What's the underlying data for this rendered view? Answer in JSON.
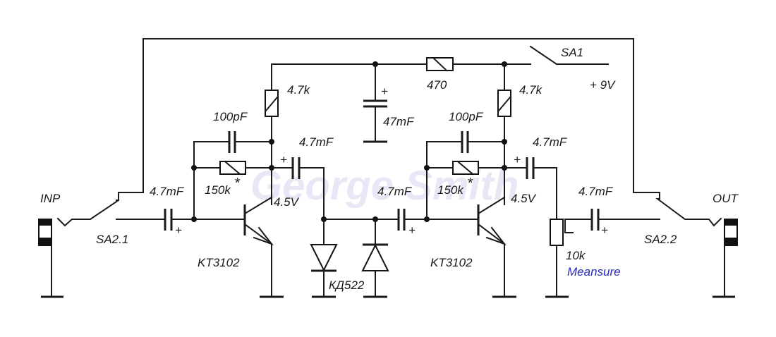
{
  "diagram": {
    "type": "circuit-schematic",
    "watermark": "George Smith",
    "colors": {
      "wire": "#1a1a1a",
      "measure_label": "#2a2ab5",
      "watermark": "#dfe0f3"
    },
    "connectors": {
      "input": "INP",
      "output": "OUT"
    },
    "switches": {
      "input_switch": "SA2.1",
      "output_switch": "SA2.2",
      "power_switch": "SA1"
    },
    "supply": "+ 9V",
    "stage1": {
      "collector_resistor": "4.7k",
      "feedback_capacitor": "100pF",
      "bias_resistor": "150k",
      "bias_mark": "*",
      "input_capacitor": "4.7mF",
      "output_capacitor": "4.7mF",
      "collector_voltage": "4.5V",
      "transistor": "KT3102"
    },
    "filter": {
      "resistor": "470",
      "capacitor": "47mF",
      "plus": "+"
    },
    "diodes": "КД522",
    "stage2": {
      "collector_resistor": "4.7k",
      "feedback_capacitor": "100pF",
      "bias_resistor": "150k",
      "bias_mark": "*",
      "input_capacitor": "4.7mF",
      "output_capacitor": "4.7mF",
      "collector_voltage": "4.5V",
      "transistor": "KT3102"
    },
    "output_stage": {
      "potentiometer": "10k",
      "potentiometer_note": "Meansure",
      "coupling_capacitor": "4.7mF"
    },
    "polarity_plus": "+"
  }
}
